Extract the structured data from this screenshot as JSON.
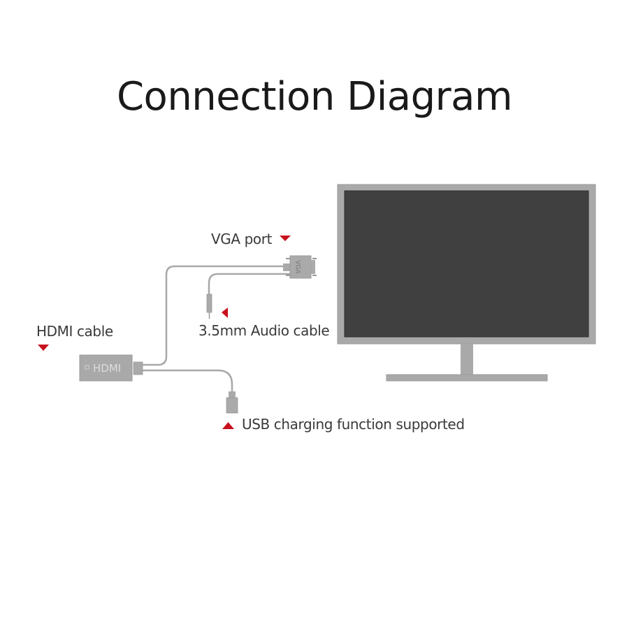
{
  "title": "Connection Diagram",
  "labels": {
    "vga_port": "VGA port",
    "audio_cable": "3.5mm Audio cable",
    "hdmi_cable": "HDMI cable",
    "usb": "USB charging function supported"
  },
  "connectors": {
    "hdmi_text": "HDMI",
    "vga_text": "VGA"
  },
  "colors": {
    "accent_red": "#c8101c",
    "cable_gray": "#a8a8a8",
    "device_gray": "#a9a9a9",
    "screen_dark": "#404040",
    "text": "#3a3a3a"
  }
}
